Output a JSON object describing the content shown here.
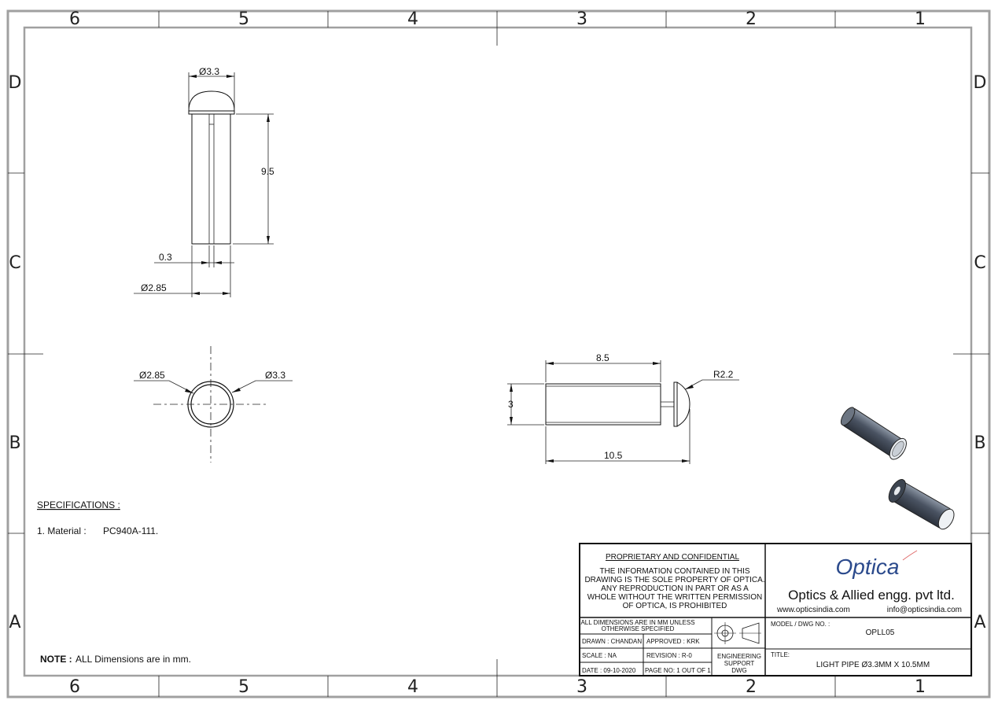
{
  "zones": {
    "columns": [
      "6",
      "5",
      "4",
      "3",
      "2",
      "1"
    ],
    "rows": [
      "D",
      "C",
      "B",
      "A"
    ]
  },
  "front_view": {
    "dim_top_diameter": "Ø3.3",
    "dim_length": "9.5",
    "dim_slot": "0.3",
    "dim_body_diameter": "Ø2.85"
  },
  "end_view": {
    "dim_inner": "Ø2.85",
    "dim_outer": "Ø3.3"
  },
  "side_view": {
    "dim_body_length": "8.5",
    "dim_radius": "R2.2",
    "dim_height": "3",
    "dim_total_length": "10.5"
  },
  "specifications": {
    "heading": "SPECIFICATIONS :",
    "material_label": "1. Material :",
    "material_value": "PC940A-111."
  },
  "note": {
    "label": "NOTE :",
    "text": "ALL Dimensions are in mm."
  },
  "title_block": {
    "confidential_heading": "PROPRIETARY AND CONFIDENTIAL",
    "confidential_lines": [
      "THE INFORMATION CONTAINED IN THIS",
      "DRAWING IS THE SOLE PROPERTY OF OPTICA.",
      "ANY REPRODUCTION  IN PART OR AS A",
      "WHOLE WITHOUT THE WRITTEN PERMISSION",
      "OF OPTICA, IS PROHIBITED"
    ],
    "logo_text": "Optica",
    "company_name": "Optics & Allied engg. pvt ltd.",
    "website": "www.opticsindia.com",
    "email": "info@opticsindia.com",
    "units_note_1": "ALL DIMENSIONS ARE IN MM UNLESS",
    "units_note_2": "OTHERWISE SPECIFIED",
    "drawn": "DRAWN : CHANDAN",
    "approved": "APPROVED : KRK",
    "scale": "SCALE : NA",
    "revision": "REVISION : R-0",
    "date": "DATE : 09-10-2020",
    "page": "PAGE NO: 1 OUT OF 1",
    "eng_support_1": "ENGINEERING",
    "eng_support_2": "SUPPORT",
    "eng_support_3": "DWG",
    "model_label": "MODEL / DWG NO. :",
    "model_value": "OPLL05",
    "title_label": "TITLE:",
    "title_value": "LIGHT PIPE  Ø3.3MM X 10.5MM"
  },
  "colors": {
    "border": "#a0a0a0",
    "logo": "#2b4a8c",
    "logo_swoosh": "#e06a6a",
    "iso_body": "#5a6472"
  }
}
